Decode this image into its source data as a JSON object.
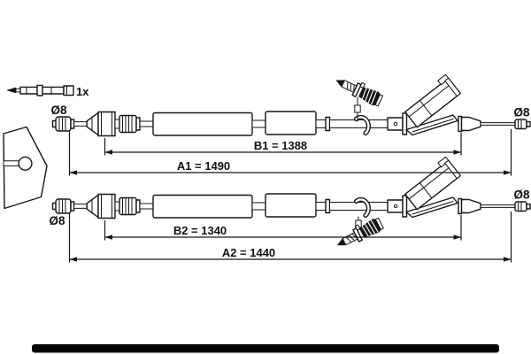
{
  "background_color": "#ffffff",
  "line_color": "#161616",
  "redaction_bar_color": "#000000",
  "spare_part": {
    "quantity": "1x"
  },
  "cables": {
    "top": {
      "diameter_left": "Ø8",
      "diameter_right": "Ø8",
      "sheath_length": "B1 = 1388",
      "total_length": "A1 = 1490"
    },
    "bottom": {
      "diameter_left": "Ø8",
      "diameter_right": "Ø8",
      "sheath_length": "B2 = 1340",
      "total_length": "A2 = 1440"
    }
  }
}
